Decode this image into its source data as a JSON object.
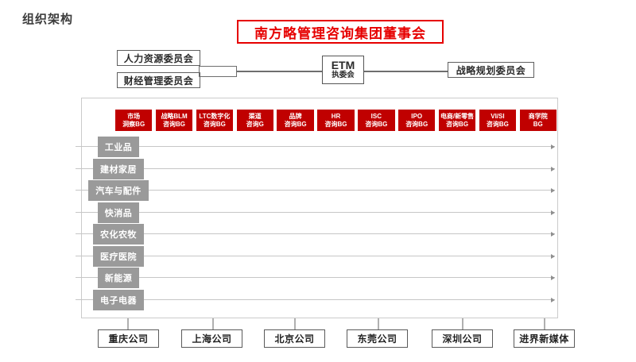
{
  "page": {
    "title": "组织架构"
  },
  "board": {
    "label": "南方略管理咨询集团董事会"
  },
  "committees": {
    "hr": "人力资源委员会",
    "finance": "财经管理委员会",
    "strategy": "战略规划委员会"
  },
  "etm": {
    "line1": "ETM",
    "line2": "执委会"
  },
  "bg_units": [
    {
      "line1": "市场",
      "line2": "洞察BG"
    },
    {
      "line1": "战略BLM",
      "line2": "咨询BG"
    },
    {
      "line1": "LTC数字化",
      "line2": "咨询BG"
    },
    {
      "line1": "渠道",
      "line2": "咨询G"
    },
    {
      "line1": "品牌",
      "line2": "咨询BG"
    },
    {
      "line1": "HR",
      "line2": "咨询BG"
    },
    {
      "line1": "ISC",
      "line2": "咨询BG"
    },
    {
      "line1": "IPO",
      "line2": "咨询BG"
    },
    {
      "line1": "电商/新零售",
      "line2": "咨询BG"
    },
    {
      "line1": "VI/SI",
      "line2": "咨询BG"
    },
    {
      "line1": "商学院",
      "line2": "BG"
    }
  ],
  "industries": [
    "工业品",
    "建材家居",
    "汽车与配件",
    "快消品",
    "农化农牧",
    "医疗医院",
    "新能源",
    "电子电器"
  ],
  "companies": [
    "重庆公司",
    "上海公司",
    "北京公司",
    "东莞公司",
    "深圳公司",
    "进界新媒体"
  ],
  "colors": {
    "bg_unit_red": "#c00000",
    "board_red": "#e60000",
    "industry_gray": "#9a9a9a",
    "connector_gray": "#6e6e6e",
    "grid_gray": "#cbcbcb"
  }
}
